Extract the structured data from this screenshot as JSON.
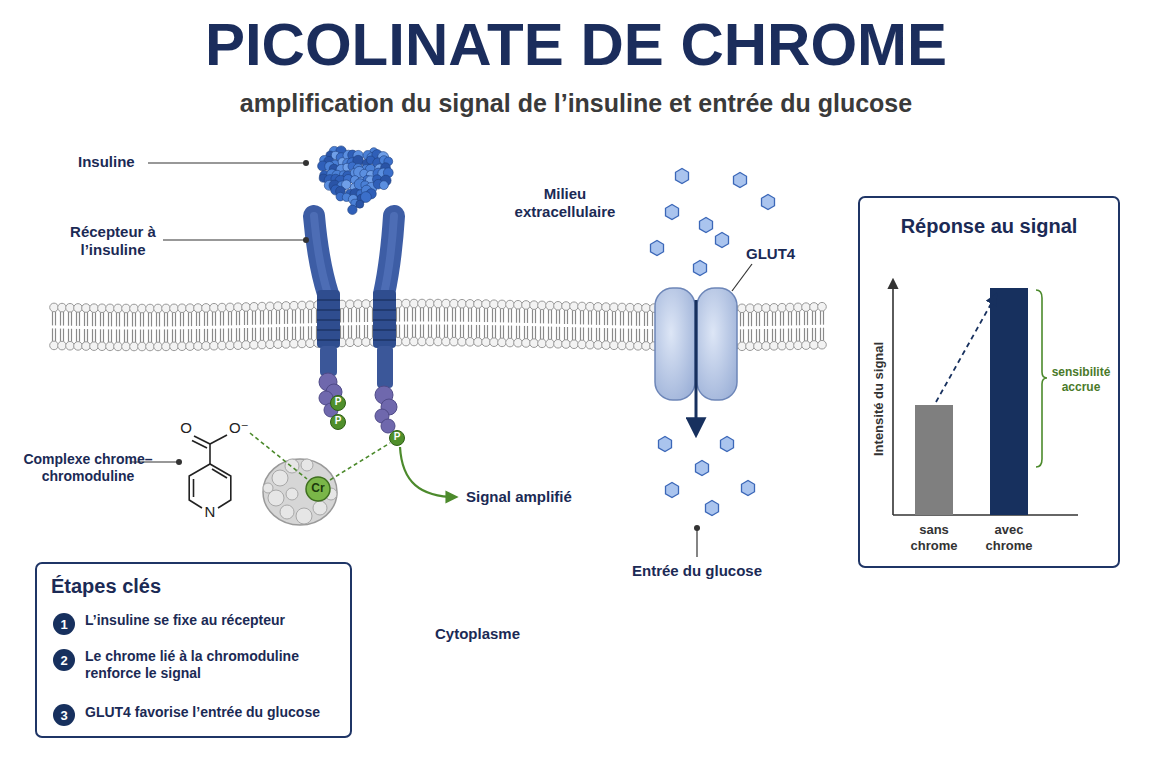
{
  "diagram": {
    "title": "PICOLINATE DE CHROME",
    "nodes": [
      {
        "text": [
          "Étapes clés"
        ]
      },
      {
        "text": [
          "1"
        ],
        "in": 0
      },
      {
        "text": [
          "2"
        ],
        "in": 0
      },
      {
        "text": [
          "3"
        ],
        "in": 0
      },
      {
        "text": [
          "Réponse au signal"
        ]
      }
    ],
    "labels": [
      "amplification du signal de l’insuline et entrée du glucose",
      "Insuline",
      "Récepteur à l’insuline",
      "Milieu extracellulaire",
      "GLUT4",
      "O",
      "O⁻",
      "N",
      "Complexe chrome–chromoduline",
      "P",
      "P",
      "P",
      "Cr",
      "Signal amplifié",
      "Entrée du glucose",
      "Cytoplasme",
      "L’insuline se fixe au récepteur",
      "Le chrome lié à la chromoduline renforce le signal",
      "GLUT4 favorise l’entrée du glucose",
      "Intensité du signal",
      "sans chrome",
      "avec chrome",
      "sensibilité accrue"
    ]
  }
}
